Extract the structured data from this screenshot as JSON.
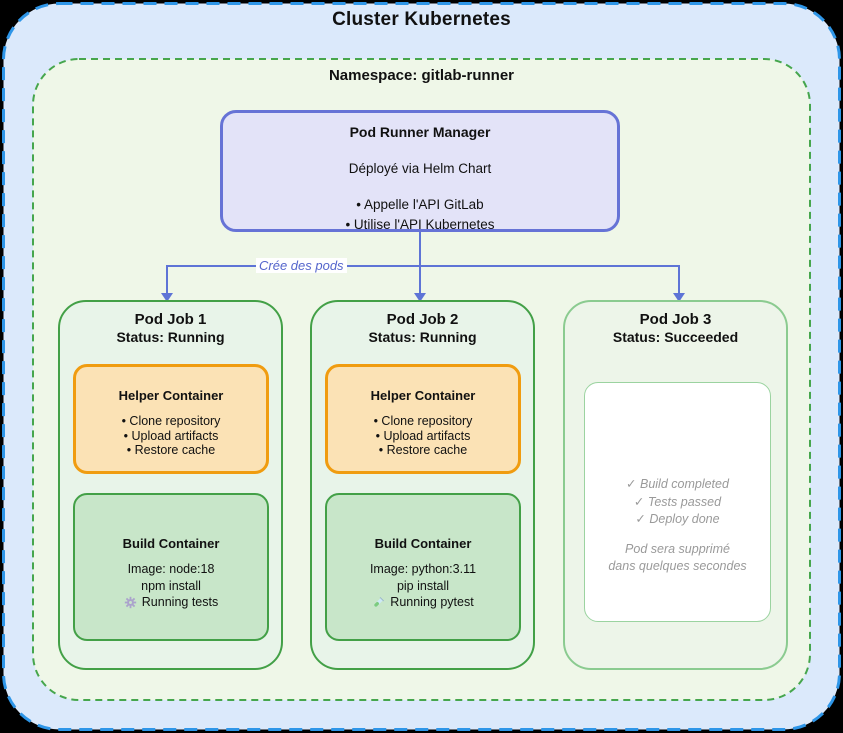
{
  "cluster": {
    "title": "Cluster Kubernetes"
  },
  "namespace": {
    "title": "Namespace: gitlab-runner"
  },
  "manager": {
    "title": "Pod Runner Manager",
    "subtitle": "Déployé via Helm Chart",
    "bullet1": "• Appelle l'API GitLab",
    "bullet2": "• Utilise l'API Kubernetes"
  },
  "arrow": {
    "label": "Crée des pods"
  },
  "pods": [
    {
      "title": "Pod Job 1",
      "status": "Status: Running",
      "helper": {
        "title": "Helper Container",
        "item1": "• Clone repository",
        "item2": "• Upload artifacts",
        "item3": "• Restore cache"
      },
      "build": {
        "title": "Build Container",
        "line1": "Image: node:18",
        "line2": "npm install",
        "status_icon": "spinner-gear",
        "status_text": "Running tests"
      }
    },
    {
      "title": "Pod Job 2",
      "status": "Status: Running",
      "helper": {
        "title": "Helper Container",
        "item1": "• Clone repository",
        "item2": "• Upload artifacts",
        "item3": "• Restore cache"
      },
      "build": {
        "title": "Build Container",
        "line1": "Image: python:3.11",
        "line2": "pip install",
        "status_icon": "test-tube",
        "status_text": "Running pytest"
      }
    },
    {
      "title": "Pod Job 3",
      "status": "Status: Succeeded",
      "result": {
        "check1": "✓ Build completed",
        "check2": "✓ Tests passed",
        "check3": "✓ Deploy done",
        "note1": "Pod sera supprimé",
        "note2": "dans quelques secondes"
      }
    }
  ],
  "colors": {
    "cluster_bg": "#dbe9fb",
    "cluster_border": "#2e96e8",
    "namespace_bg": "#eff7e8",
    "namespace_border": "#46a64d",
    "manager_bg": "#e3e3f8",
    "manager_border": "#6673d6",
    "arrow": "#5e74d6",
    "pod_bg": "#e8f4e9",
    "pod_border": "#43a047",
    "pod3_border": "#8bcb90",
    "helper_bg": "#fbe2b5",
    "helper_border": "#f09c10",
    "build_bg": "#c8e6c9",
    "done_text": "#9a9a9a"
  }
}
